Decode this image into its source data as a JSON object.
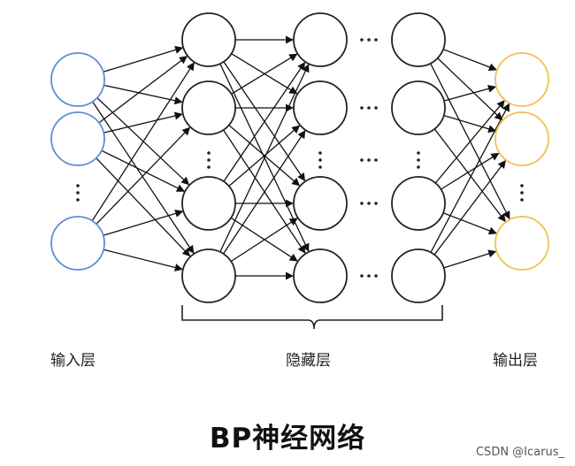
{
  "title": "BP神经网络",
  "watermark": "CSDN @Icarus_",
  "labels": {
    "input": "输入层",
    "hidden": "隐藏层",
    "output": "输出层"
  },
  "colors": {
    "input_node": "#5b8fd6",
    "output_node": "#f2c04e",
    "hidden_node": "#222222",
    "edge": "#111111"
  },
  "icons": {
    "ellipsis_vertical": "vertical-ellipsis-icon",
    "ellipsis_horizontal": "horizontal-ellipsis-icon"
  }
}
